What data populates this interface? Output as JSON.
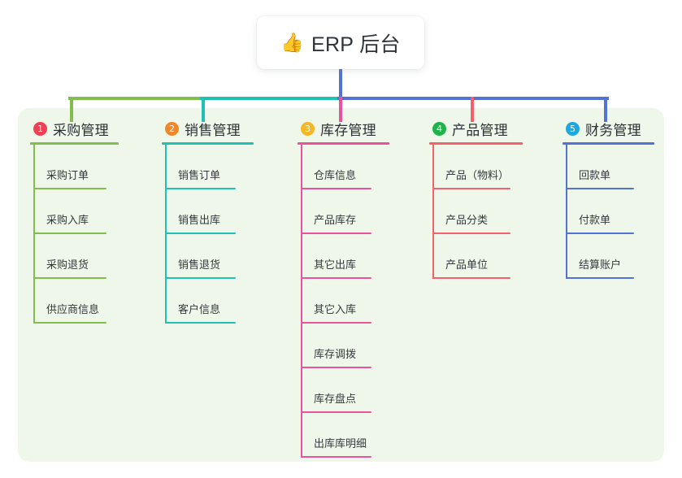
{
  "diagram": {
    "type": "mind-map",
    "root": {
      "emoji": "👍",
      "emoji_name": "thumbs-up-emoji",
      "title": "ERP 后台"
    },
    "panel_color": "#eef7e9",
    "branches": [
      {
        "index": "1",
        "title": "采购管理",
        "color": "#82bd4e",
        "badge_color": "#ef4055",
        "children": [
          {
            "label": "采购订单"
          },
          {
            "label": "采购入库"
          },
          {
            "label": "采购退货"
          },
          {
            "label": "供应商信息"
          }
        ]
      },
      {
        "index": "2",
        "title": "销售管理",
        "color": "#1ec1b4",
        "badge_color": "#f0862a",
        "children": [
          {
            "label": "销售订单"
          },
          {
            "label": "销售出库"
          },
          {
            "label": "销售退货"
          },
          {
            "label": "客户信息"
          }
        ]
      },
      {
        "index": "3",
        "title": "库存管理",
        "color": "#e8549b",
        "badge_color": "#f5b722",
        "children": [
          {
            "label": "仓库信息"
          },
          {
            "label": "产品库存"
          },
          {
            "label": "其它出库"
          },
          {
            "label": "其它入库"
          },
          {
            "label": "库存调拨"
          },
          {
            "label": "库存盘点"
          },
          {
            "label": "出库库明细"
          }
        ]
      },
      {
        "index": "4",
        "title": "产品管理",
        "color": "#f4616a",
        "badge_color": "#20b24b",
        "children": [
          {
            "label": "产品（物料）"
          },
          {
            "label": "产品分类"
          },
          {
            "label": "产品单位"
          }
        ]
      },
      {
        "index": "5",
        "title": "财务管理",
        "color": "#5272d6",
        "badge_color": "#1ca8e0",
        "children": [
          {
            "label": "回款单"
          },
          {
            "label": "付款单"
          },
          {
            "label": "结算账户"
          }
        ]
      }
    ]
  }
}
